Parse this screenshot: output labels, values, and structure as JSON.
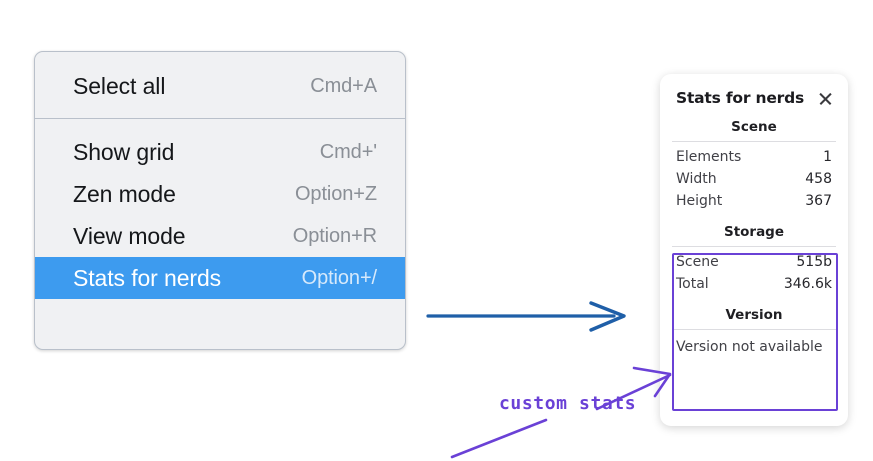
{
  "context_menu": {
    "name": "canvas-context-menu",
    "groups": [
      {
        "items": [
          {
            "label": "Select all",
            "shortcut": "Cmd+A",
            "selected": false
          }
        ]
      },
      {
        "items": [
          {
            "label": "Show grid",
            "shortcut": "Cmd+'",
            "selected": false
          },
          {
            "label": "Zen mode",
            "shortcut": "Option+Z",
            "selected": false
          },
          {
            "label": "View mode",
            "shortcut": "Option+R",
            "selected": false
          },
          {
            "label": "Stats for nerds",
            "shortcut": "Option+/",
            "selected": true
          }
        ]
      }
    ],
    "highlight_color": "#3d9bef",
    "background_color": "#f0f1f3"
  },
  "stats_panel": {
    "title": "Stats for nerds",
    "close_icon": "close-icon",
    "sections": [
      {
        "heading": "Scene",
        "rows": [
          {
            "label": "Elements",
            "value": "1"
          },
          {
            "label": "Width",
            "value": "458"
          },
          {
            "label": "Height",
            "value": "367"
          }
        ]
      },
      {
        "heading": "Storage",
        "rows": [
          {
            "label": "Scene",
            "value": "515b"
          },
          {
            "label": "Total",
            "value": "346.6k"
          }
        ]
      },
      {
        "heading": "Version",
        "plain_rows": [
          "Version not available"
        ]
      }
    ]
  },
  "annotations": {
    "label": "custom stats",
    "label_color": "#6a41d6",
    "arrow_blue_color": "#1f5fa8",
    "arrow_purple_color": "#6a41d6",
    "highlight_box_color": "#6a41d6"
  }
}
